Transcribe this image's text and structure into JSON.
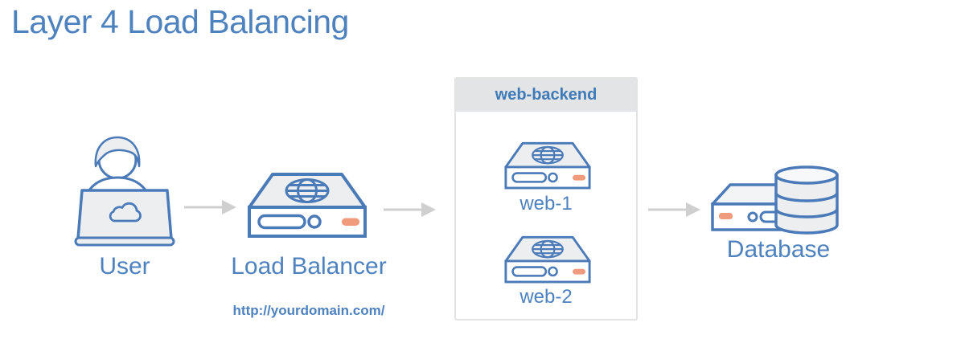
{
  "title": "Layer 4 Load Balancing",
  "diagram": {
    "user": {
      "label": "User"
    },
    "load_balancer": {
      "label": "Load Balancer",
      "url": "http://yourdomain.com/"
    },
    "web_backend": {
      "group_label": "web-backend",
      "servers": [
        {
          "label": "web-1"
        },
        {
          "label": "web-2"
        }
      ]
    },
    "database": {
      "label": "Database"
    }
  },
  "icons": {
    "user": "user-at-laptop-icon",
    "load_balancer": "server-globe-icon",
    "web_servers": "server-globe-icon",
    "database": "server-database-cylinder-icon",
    "flow": "arrow-right-icon"
  },
  "colors": {
    "text_blue": "#4e82bf",
    "group_label_blue": "#3e7ab8",
    "icon_stroke_blue": "#4a7ab8",
    "icon_fill_gray": "#eceef0",
    "accent_orange": "#f09b7b",
    "arrow_gray": "#cfcfcf",
    "group_header_bg": "#e3e4e6",
    "group_border": "#e3e3e3"
  }
}
